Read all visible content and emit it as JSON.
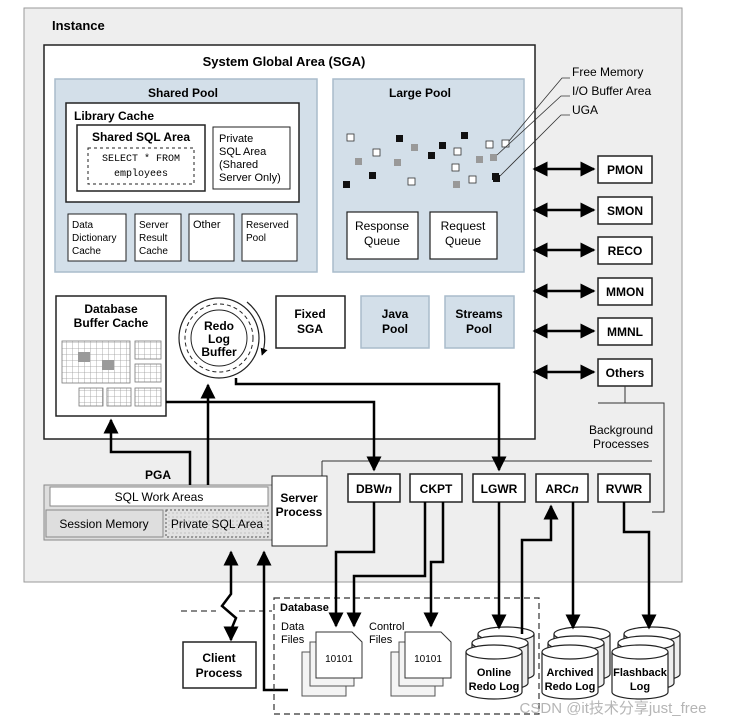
{
  "instance": {
    "label": "Instance"
  },
  "sga": {
    "title": "System Global Area (SGA)",
    "shared_pool": {
      "title": "Shared Pool",
      "library_cache": {
        "title": "Library Cache",
        "shared_sql_area": {
          "title": "Shared SQL Area",
          "sql_line1": "SELECT * FROM",
          "sql_line2": "employees"
        },
        "private_sql_area": {
          "line1": "Private",
          "line2": "SQL Area",
          "line3": "(Shared",
          "line4": "Server Only)"
        }
      },
      "data_dictionary_cache": {
        "line1": "Data",
        "line2": "Dictionary",
        "line3": "Cache"
      },
      "server_result_cache": {
        "line1": "Server",
        "line2": "Result",
        "line3": "Cache"
      },
      "other": "Other",
      "reserved_pool": {
        "line1": "Reserved",
        "line2": "Pool"
      }
    },
    "large_pool": {
      "title": "Large Pool",
      "response_queue": {
        "line1": "Response",
        "line2": "Queue"
      },
      "request_queue": {
        "line1": "Request",
        "line2": "Queue"
      }
    },
    "legend": {
      "free_memory": "Free Memory",
      "io_buffer_area": "I/O Buffer Area",
      "uga": "UGA"
    },
    "database_buffer_cache": {
      "line1": "Database",
      "line2": "Buffer Cache"
    },
    "redo_log_buffer": {
      "line1": "Redo",
      "line2": "Log",
      "line3": "Buffer"
    },
    "fixed_sga": {
      "line1": "Fixed",
      "line2": "SGA"
    },
    "java_pool": {
      "line1": "Java",
      "line2": "Pool"
    },
    "streams_pool": {
      "line1": "Streams",
      "line2": "Pool"
    }
  },
  "background": {
    "side": [
      "PMON",
      "SMON",
      "RECO",
      "MMON",
      "MMNL",
      "Others"
    ],
    "caption_line1": "Background",
    "caption_line2": "Processes",
    "bottom": [
      {
        "prefix": "DBW",
        "suffix": "n"
      },
      {
        "prefix": "CKPT",
        "suffix": ""
      },
      {
        "prefix": "LGWR",
        "suffix": ""
      },
      {
        "prefix": "ARC",
        "suffix": "n"
      },
      {
        "prefix": "RVWR",
        "suffix": ""
      }
    ]
  },
  "pga": {
    "title": "PGA",
    "sql_work_areas": "SQL Work Areas",
    "session_memory": "Session Memory",
    "private_sql_area": "Private SQL Area"
  },
  "server_process": {
    "line1": "Server",
    "line2": "Process"
  },
  "client_process": {
    "line1": "Client",
    "line2": "Process"
  },
  "database": {
    "title": "Database",
    "data_files": {
      "line1": "Data",
      "line2": "Files"
    },
    "control_files": {
      "line1": "Control",
      "line2": "Files"
    },
    "file_glyph": "10101",
    "online_redo_log": {
      "line1": "Online",
      "line2": "Redo Log"
    },
    "archived_redo_log": {
      "line1": "Archived",
      "line2": "Redo Log"
    },
    "flashback_log": {
      "line1": "Flashback",
      "line2": "Log"
    }
  },
  "watermark": "CSDN @it技术分享just_free",
  "colors": {
    "pool_fill": "#d3dfe9",
    "instance_fill": "#eeeeee",
    "gray_fill": "#dedede",
    "hatched": "#e4e4e4"
  }
}
